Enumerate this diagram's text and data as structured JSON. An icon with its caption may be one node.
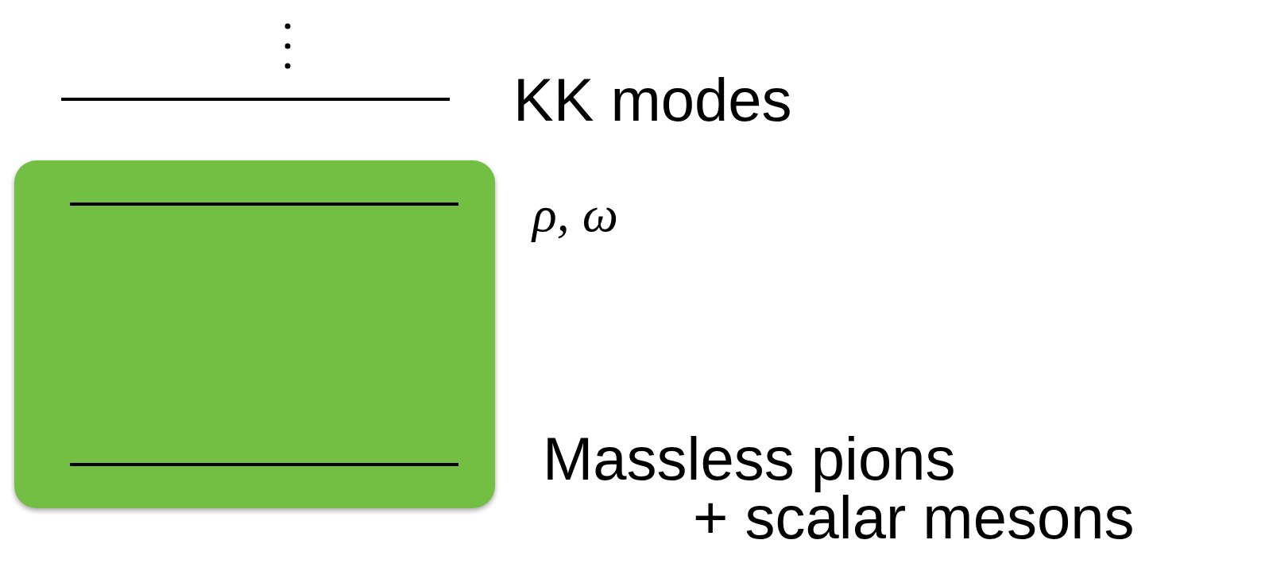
{
  "diagram": {
    "labels": [
      "KK modes",
      "ρ, ω",
      "Massless pions",
      "+ scalar mesons"
    ]
  }
}
